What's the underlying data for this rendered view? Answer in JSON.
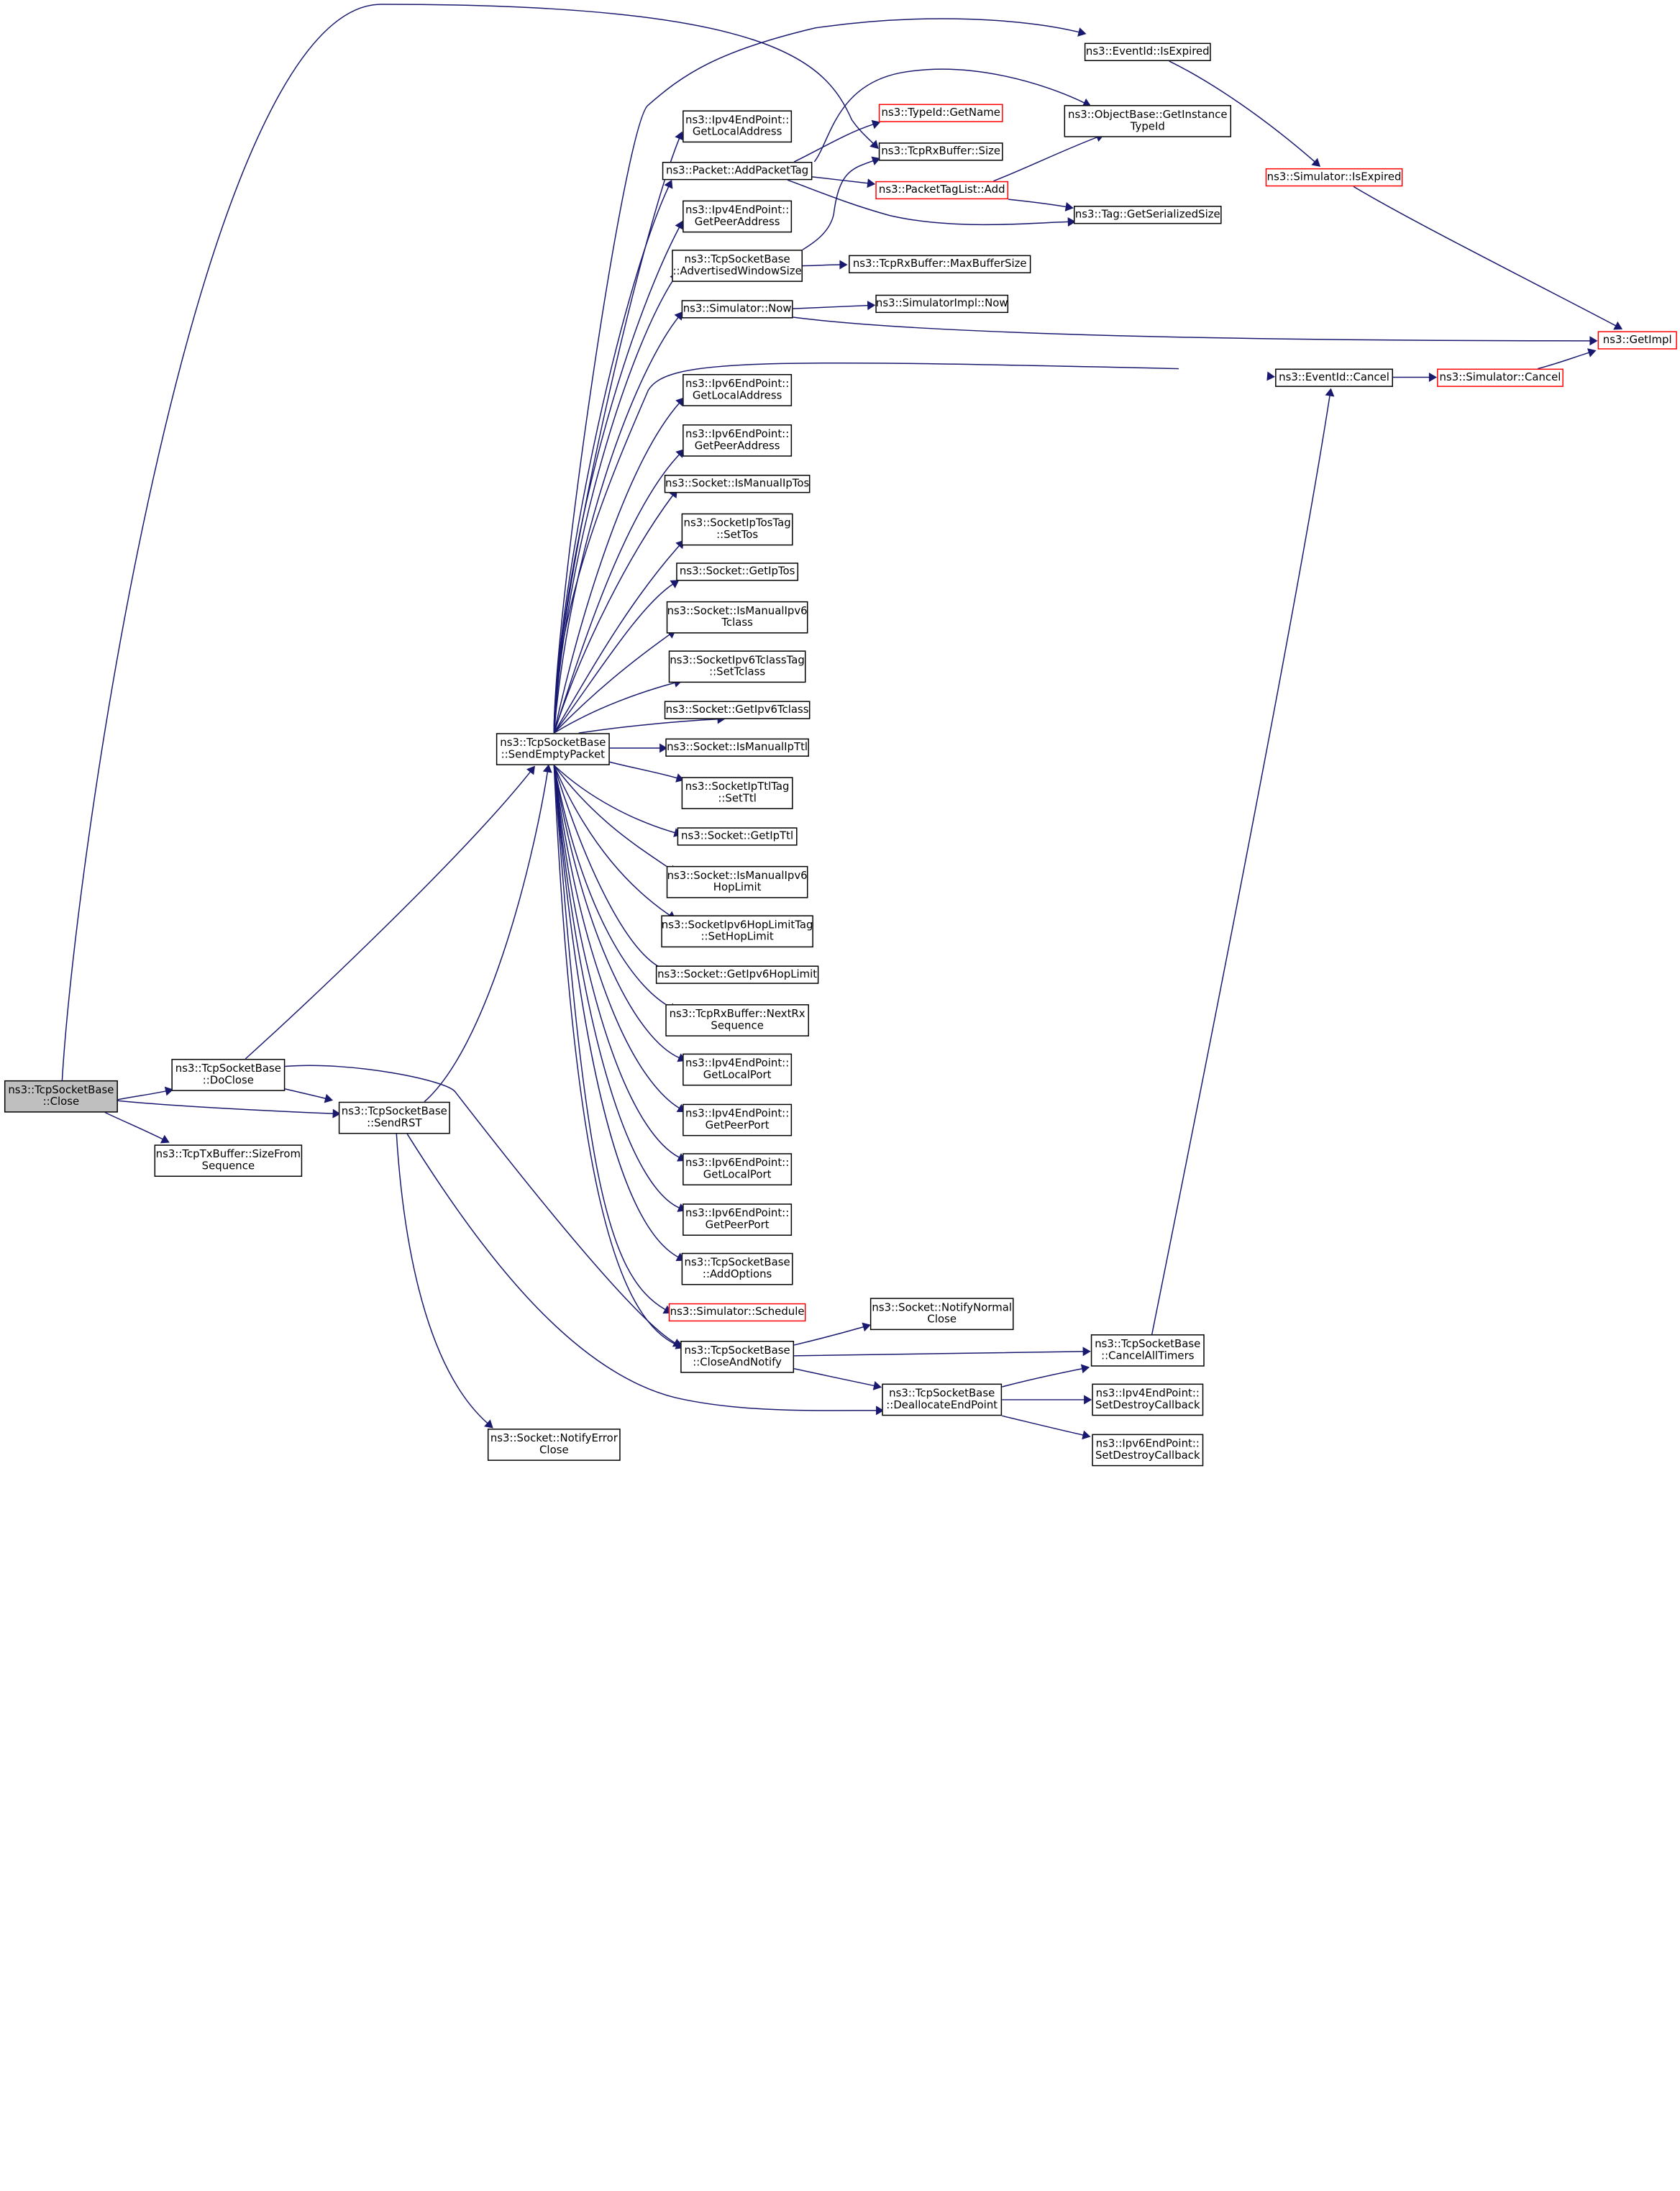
{
  "graph": {
    "nodes": [
      {
        "id": "close",
        "lines": [
          "ns3::TcpSocketBase",
          "::Close"
        ],
        "style": "root"
      },
      {
        "id": "doclose",
        "lines": [
          "ns3::TcpSocketBase",
          "::DoClose"
        ],
        "style": "normal"
      },
      {
        "id": "sizefromseq",
        "lines": [
          "ns3::TcpTxBuffer::SizeFrom",
          "Sequence"
        ],
        "style": "normal"
      },
      {
        "id": "sendrst",
        "lines": [
          "ns3::TcpSocketBase",
          "::SendRST"
        ],
        "style": "normal"
      },
      {
        "id": "sendempty",
        "lines": [
          "ns3::TcpSocketBase",
          "::SendEmptyPacket"
        ],
        "style": "normal"
      },
      {
        "id": "notifyerror",
        "lines": [
          "ns3::Socket::NotifyError",
          "Close"
        ],
        "style": "normal"
      },
      {
        "id": "ipv4getlocaladdr",
        "lines": [
          "ns3::Ipv4EndPoint::",
          "GetLocalAddress"
        ],
        "style": "normal"
      },
      {
        "id": "addpackettag",
        "lines": [
          "ns3::Packet::AddPacketTag"
        ],
        "style": "normal"
      },
      {
        "id": "ipv4getpeeraddr",
        "lines": [
          "ns3::Ipv4EndPoint::",
          "GetPeerAddress"
        ],
        "style": "normal"
      },
      {
        "id": "advwindow",
        "lines": [
          "ns3::TcpSocketBase",
          "::AdvertisedWindowSize"
        ],
        "style": "normal"
      },
      {
        "id": "simnow",
        "lines": [
          "ns3::Simulator::Now"
        ],
        "style": "normal"
      },
      {
        "id": "ipv6getlocaladdr",
        "lines": [
          "ns3::Ipv6EndPoint::",
          "GetLocalAddress"
        ],
        "style": "normal"
      },
      {
        "id": "ipv6getpeeraddr",
        "lines": [
          "ns3::Ipv6EndPoint::",
          "GetPeerAddress"
        ],
        "style": "normal"
      },
      {
        "id": "ismanualiptos",
        "lines": [
          "ns3::Socket::IsManualIpTos"
        ],
        "style": "normal"
      },
      {
        "id": "settos",
        "lines": [
          "ns3::SocketIpTosTag",
          "::SetTos"
        ],
        "style": "normal"
      },
      {
        "id": "getiptos",
        "lines": [
          "ns3::Socket::GetIpTos"
        ],
        "style": "normal"
      },
      {
        "id": "ismanualipv6tclass",
        "lines": [
          "ns3::Socket::IsManualIpv6",
          "Tclass"
        ],
        "style": "normal"
      },
      {
        "id": "settclass",
        "lines": [
          "ns3::SocketIpv6TclassTag",
          "::SetTclass"
        ],
        "style": "normal"
      },
      {
        "id": "getipv6tclass",
        "lines": [
          "ns3::Socket::GetIpv6Tclass"
        ],
        "style": "normal"
      },
      {
        "id": "ismanualipttl",
        "lines": [
          "ns3::Socket::IsManualIpTtl"
        ],
        "style": "normal"
      },
      {
        "id": "setttl",
        "lines": [
          "ns3::SocketIpTtlTag",
          "::SetTtl"
        ],
        "style": "normal"
      },
      {
        "id": "getipttl",
        "lines": [
          "ns3::Socket::GetIpTtl"
        ],
        "style": "normal"
      },
      {
        "id": "ismanualipv6hoplimit",
        "lines": [
          "ns3::Socket::IsManualIpv6",
          "HopLimit"
        ],
        "style": "normal"
      },
      {
        "id": "sethoplimit",
        "lines": [
          "ns3::SocketIpv6HopLimitTag",
          "::SetHopLimit"
        ],
        "style": "normal"
      },
      {
        "id": "getipv6hoplimit",
        "lines": [
          "ns3::Socket::GetIpv6HopLimit"
        ],
        "style": "normal"
      },
      {
        "id": "nextrxseq",
        "lines": [
          "ns3::TcpRxBuffer::NextRx",
          "Sequence"
        ],
        "style": "normal"
      },
      {
        "id": "ipv4getlocalport",
        "lines": [
          "ns3::Ipv4EndPoint::",
          "GetLocalPort"
        ],
        "style": "normal"
      },
      {
        "id": "ipv4getpeerport",
        "lines": [
          "ns3::Ipv4EndPoint::",
          "GetPeerPort"
        ],
        "style": "normal"
      },
      {
        "id": "ipv6getlocalport",
        "lines": [
          "ns3::Ipv6EndPoint::",
          "GetLocalPort"
        ],
        "style": "normal"
      },
      {
        "id": "ipv6getpeerport",
        "lines": [
          "ns3::Ipv6EndPoint::",
          "GetPeerPort"
        ],
        "style": "normal"
      },
      {
        "id": "addoptions",
        "lines": [
          "ns3::TcpSocketBase",
          "::AddOptions"
        ],
        "style": "normal"
      },
      {
        "id": "simschedule",
        "lines": [
          "ns3::Simulator::Schedule"
        ],
        "style": "red"
      },
      {
        "id": "closeandnotify",
        "lines": [
          "ns3::TcpSocketBase",
          "::CloseAndNotify"
        ],
        "style": "normal"
      },
      {
        "id": "eventisexpired",
        "lines": [
          "ns3::EventId::IsExpired"
        ],
        "style": "normal"
      },
      {
        "id": "typeidgetname",
        "lines": [
          "ns3::TypeId::GetName"
        ],
        "style": "red"
      },
      {
        "id": "rxbuffersize",
        "lines": [
          "ns3::TcpRxBuffer::Size"
        ],
        "style": "normal"
      },
      {
        "id": "packettaglistadd",
        "lines": [
          "ns3::PacketTagList::Add"
        ],
        "style": "red"
      },
      {
        "id": "rxmaxbuffersize",
        "lines": [
          "ns3::TcpRxBuffer::MaxBufferSize"
        ],
        "style": "normal"
      },
      {
        "id": "simimplnow",
        "lines": [
          "ns3::SimulatorImpl::Now"
        ],
        "style": "normal"
      },
      {
        "id": "getinstancetypeid",
        "lines": [
          "ns3::ObjectBase::GetInstance",
          "TypeId"
        ],
        "style": "normal"
      },
      {
        "id": "taggetserializedsize",
        "lines": [
          "ns3::Tag::GetSerializedSize"
        ],
        "style": "normal"
      },
      {
        "id": "eventcancel",
        "lines": [
          "ns3::EventId::Cancel"
        ],
        "style": "normal"
      },
      {
        "id": "notifynormalclose",
        "lines": [
          "ns3::Socket::NotifyNormal",
          "Close"
        ],
        "style": "normal"
      },
      {
        "id": "deallocendpoint",
        "lines": [
          "ns3::TcpSocketBase",
          "::DeallocateEndPoint"
        ],
        "style": "normal"
      },
      {
        "id": "cancelalltimers",
        "lines": [
          "ns3::TcpSocketBase",
          "::CancelAllTimers"
        ],
        "style": "normal"
      },
      {
        "id": "ipv4setdestroy",
        "lines": [
          "ns3::Ipv4EndPoint::",
          "SetDestroyCallback"
        ],
        "style": "normal"
      },
      {
        "id": "ipv6setdestroy",
        "lines": [
          "ns3::Ipv6EndPoint::",
          "SetDestroyCallback"
        ],
        "style": "normal"
      },
      {
        "id": "simisexpired",
        "lines": [
          "ns3::Simulator::IsExpired"
        ],
        "style": "red"
      },
      {
        "id": "simcancel",
        "lines": [
          "ns3::Simulator::Cancel"
        ],
        "style": "red"
      },
      {
        "id": "getimpl",
        "lines": [
          "ns3::GetImpl"
        ],
        "style": "red"
      }
    ],
    "edges": [
      [
        "close",
        "doclose"
      ],
      [
        "close",
        "sendrst"
      ],
      [
        "close",
        "sizefromseq"
      ],
      [
        "close",
        "rxbuffersize"
      ],
      [
        "doclose",
        "sendempty"
      ],
      [
        "doclose",
        "sendrst"
      ],
      [
        "doclose",
        "closeandnotify"
      ],
      [
        "sendrst",
        "sendempty"
      ],
      [
        "sendrst",
        "notifyerror"
      ],
      [
        "sendrst",
        "deallocendpoint"
      ],
      [
        "sendempty",
        "eventisexpired"
      ],
      [
        "sendempty",
        "ipv4getlocaladdr"
      ],
      [
        "sendempty",
        "addpackettag"
      ],
      [
        "sendempty",
        "ipv4getpeeraddr"
      ],
      [
        "sendempty",
        "advwindow"
      ],
      [
        "sendempty",
        "simnow"
      ],
      [
        "sendempty",
        "eventcancel"
      ],
      [
        "sendempty",
        "ipv6getlocaladdr"
      ],
      [
        "sendempty",
        "ipv6getpeeraddr"
      ],
      [
        "sendempty",
        "ismanualiptos"
      ],
      [
        "sendempty",
        "settos"
      ],
      [
        "sendempty",
        "getiptos"
      ],
      [
        "sendempty",
        "ismanualipv6tclass"
      ],
      [
        "sendempty",
        "settclass"
      ],
      [
        "sendempty",
        "getipv6tclass"
      ],
      [
        "sendempty",
        "ismanualipttl"
      ],
      [
        "sendempty",
        "setttl"
      ],
      [
        "sendempty",
        "getipttl"
      ],
      [
        "sendempty",
        "ismanualipv6hoplimit"
      ],
      [
        "sendempty",
        "sethoplimit"
      ],
      [
        "sendempty",
        "getipv6hoplimit"
      ],
      [
        "sendempty",
        "nextrxseq"
      ],
      [
        "sendempty",
        "ipv4getlocalport"
      ],
      [
        "sendempty",
        "ipv4getpeerport"
      ],
      [
        "sendempty",
        "ipv6getlocalport"
      ],
      [
        "sendempty",
        "ipv6getpeerport"
      ],
      [
        "sendempty",
        "addoptions"
      ],
      [
        "sendempty",
        "simschedule"
      ],
      [
        "sendempty",
        "closeandnotify"
      ],
      [
        "addpackettag",
        "getinstancetypeid"
      ],
      [
        "addpackettag",
        "typeidgetname"
      ],
      [
        "addpackettag",
        "packettaglistadd"
      ],
      [
        "addpackettag",
        "taggetserializedsize"
      ],
      [
        "advwindow",
        "rxbuffersize"
      ],
      [
        "advwindow",
        "rxmaxbuffersize"
      ],
      [
        "simnow",
        "simimplnow"
      ],
      [
        "simnow",
        "getimpl"
      ],
      [
        "packettaglistadd",
        "getinstancetypeid"
      ],
      [
        "packettaglistadd",
        "taggetserializedsize"
      ],
      [
        "eventisexpired",
        "simisexpired"
      ],
      [
        "simisexpired",
        "getimpl"
      ],
      [
        "eventcancel",
        "simcancel"
      ],
      [
        "simcancel",
        "getimpl"
      ],
      [
        "closeandnotify",
        "notifynormalclose"
      ],
      [
        "closeandnotify",
        "cancelalltimers"
      ],
      [
        "closeandnotify",
        "deallocendpoint"
      ],
      [
        "deallocendpoint",
        "cancelalltimers"
      ],
      [
        "deallocendpoint",
        "ipv4setdestroy"
      ],
      [
        "deallocendpoint",
        "ipv6setdestroy"
      ],
      [
        "cancelalltimers",
        "eventcancel"
      ]
    ]
  },
  "colors": {
    "edge": "#191970",
    "node_border": "#000000",
    "node_border_undocumented": "#ff0000",
    "root_fill": "#bfbfbf",
    "node_fill": "#ffffff"
  }
}
